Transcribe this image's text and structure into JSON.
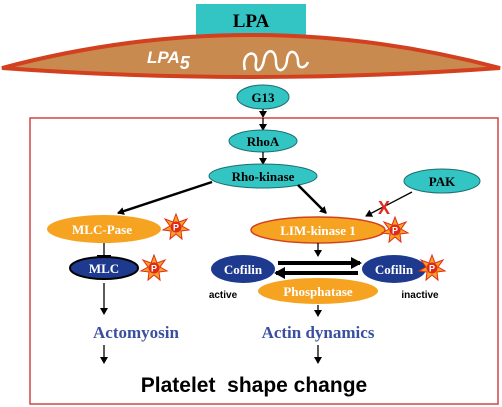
{
  "top_label": "LPA",
  "receptor": {
    "name": "LPA",
    "subscript": "5"
  },
  "g_protein": "G13",
  "nodes": {
    "rhoa": "RhoA",
    "rho_kinase": "Rho-kinase",
    "pak": "PAK",
    "mlc_pase": "MLC-Pase",
    "mlc": "MLC",
    "limk1": "LIM-kinase 1",
    "cofilin_active": "Cofilin",
    "cofilin_inactive": "Cofilin",
    "phosphatase": "Phosphatase"
  },
  "state_labels": {
    "active": "active",
    "inactive": "inactive"
  },
  "phospho_label": "P",
  "block_mark": "X",
  "outcomes": {
    "actomyosin": "Actomyosin",
    "actin_dynamics": "Actin dynamics"
  },
  "final_label": "Platelet  shape change",
  "colors": {
    "teal": "#33c4c4",
    "orange": "#f7a322",
    "navy": "#1e3a8f",
    "membrane": "#c98a4f",
    "membrane_edge": "#d2401f",
    "outcome_text": "#3a4fa0",
    "frame": "#d04545",
    "block": "#e02a1a"
  }
}
